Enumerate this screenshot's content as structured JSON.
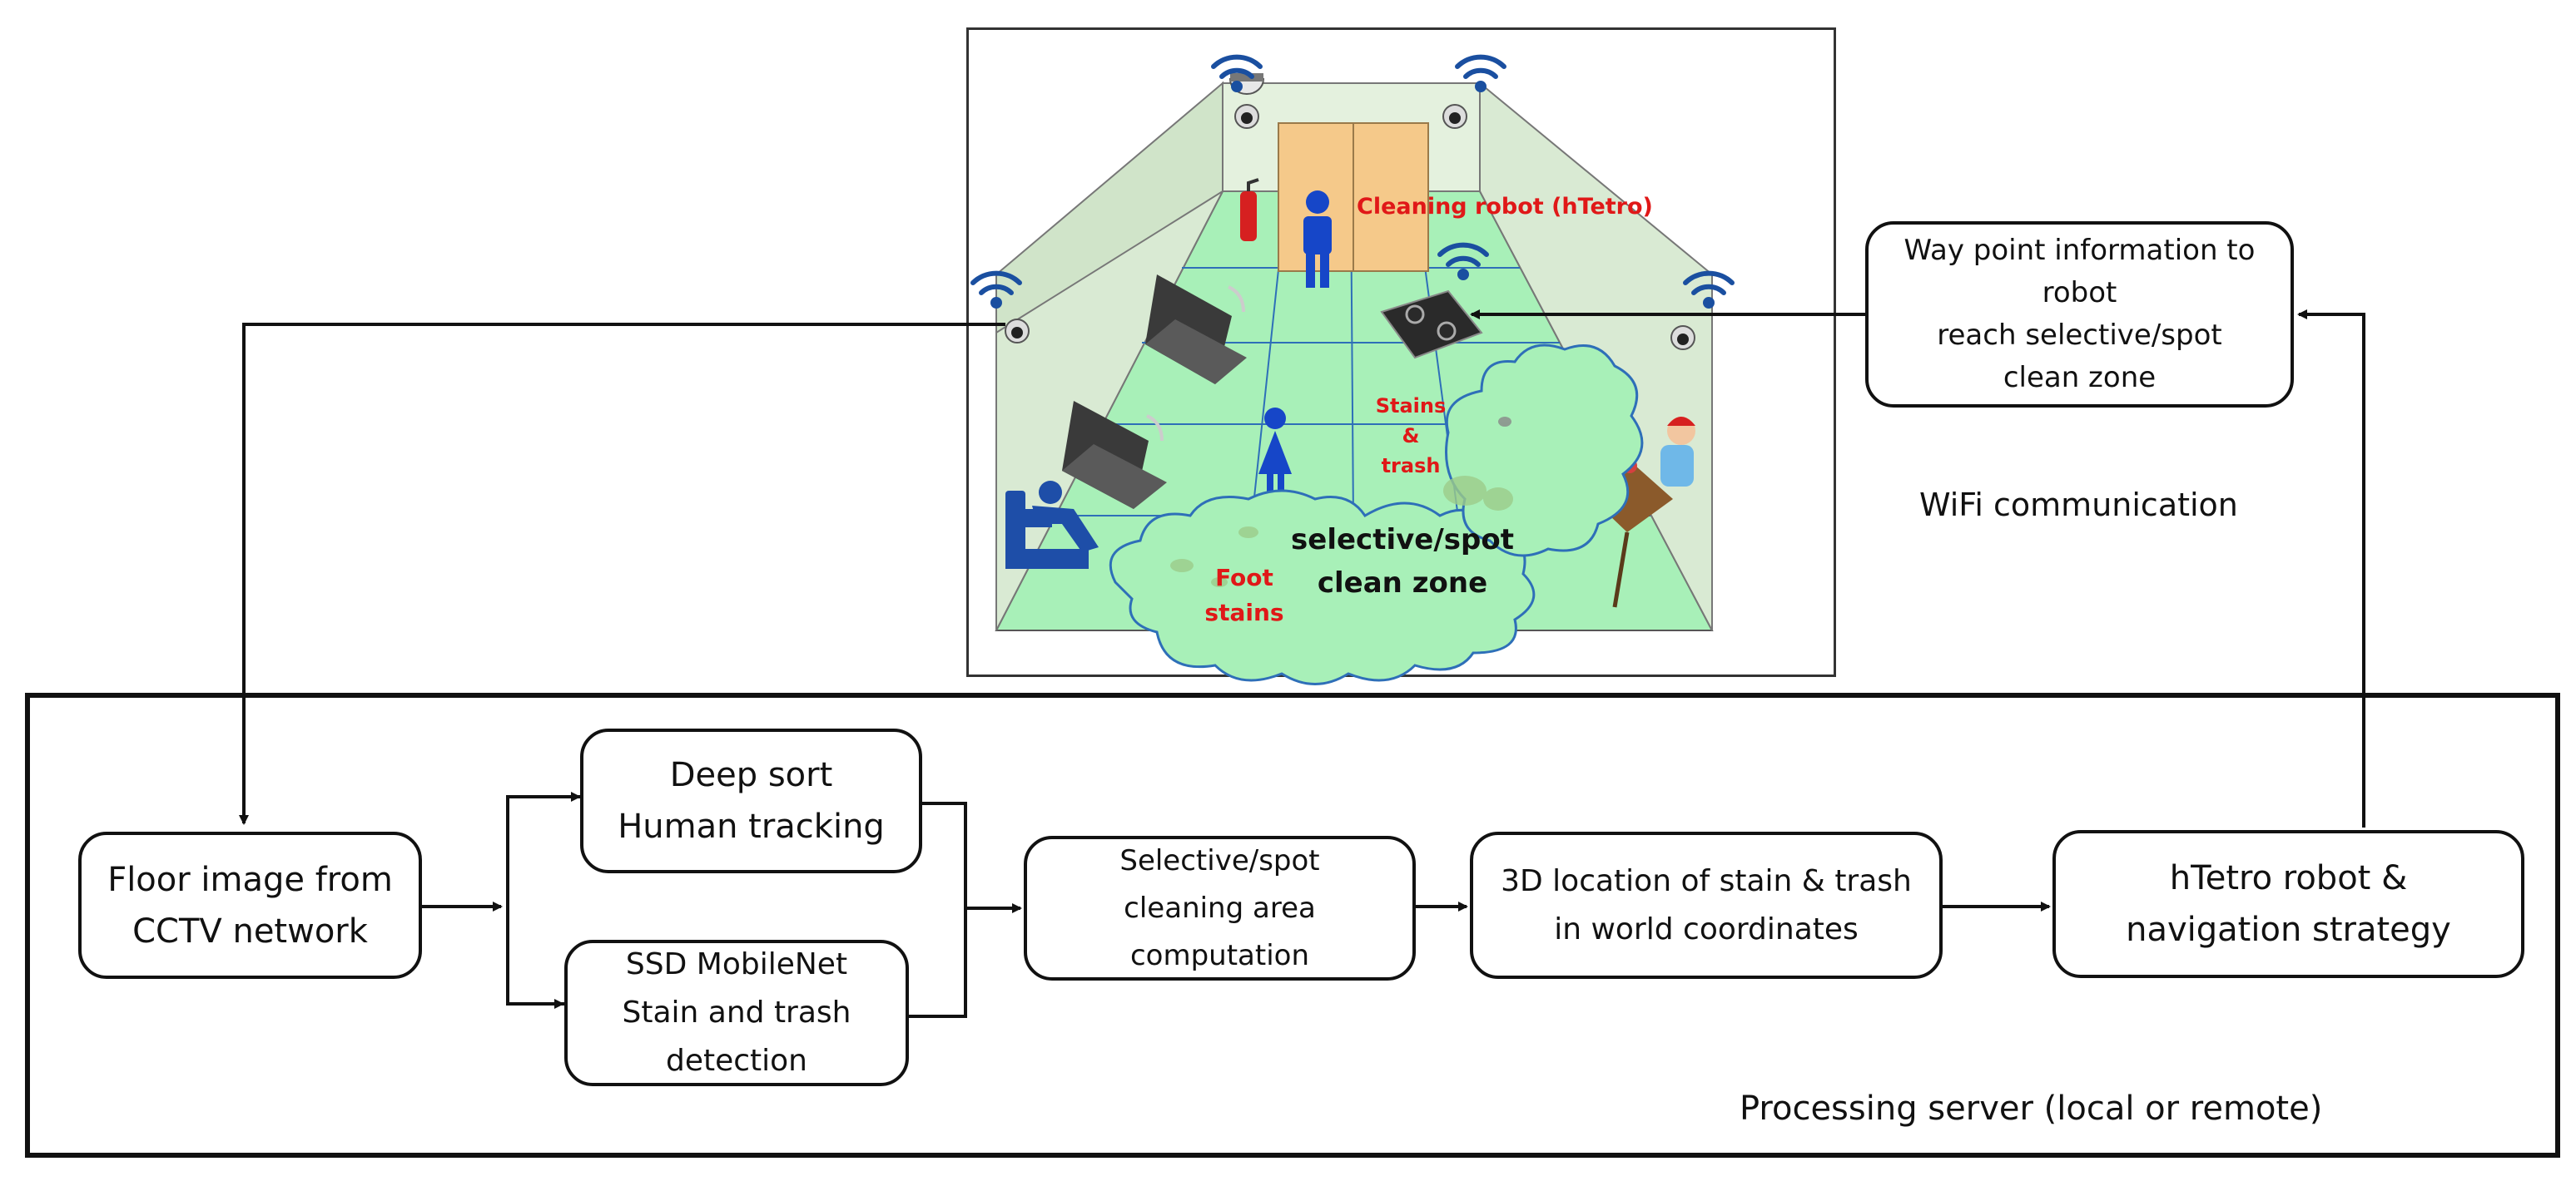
{
  "scene": {
    "robot_label": "Cleaning robot (hTetro)",
    "stains_label": [
      "Stains",
      "&",
      "trash"
    ],
    "zone_label": [
      "selective/spot",
      "clean zone"
    ],
    "foot_label": [
      "Foot",
      "stains"
    ]
  },
  "nodes": {
    "floor_image": [
      "Floor image from",
      "CCTV network"
    ],
    "deep_sort": [
      "Deep sort",
      "Human tracking"
    ],
    "ssd": [
      "SSD MobileNet",
      "Stain and trash",
      "detection"
    ],
    "selective": [
      "Selective/spot",
      "cleaning area",
      "computation"
    ],
    "location3d": [
      "3D location of stain & trash",
      "in world coordinates"
    ],
    "htetro": [
      "hTetro robot &",
      "navigation strategy"
    ],
    "waypoint": [
      "Way point information to",
      "robot",
      "reach selective/spot",
      "clean zone"
    ]
  },
  "labels": {
    "wifi": "WiFi communication",
    "server": "Processing server (local or remote)"
  },
  "colors": {
    "floor": "#a8f0b8",
    "grid": "#2e6fb8",
    "wall": "#d9ead3",
    "door": "#f5c98a",
    "wifi": "#1a4fa0",
    "person": "#1646c8",
    "label_red": "#e01818"
  }
}
